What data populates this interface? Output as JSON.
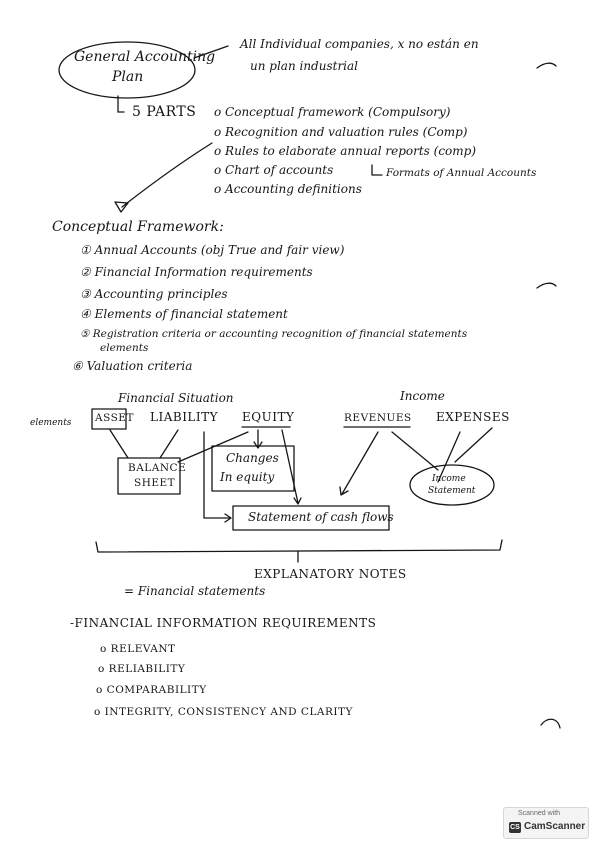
{
  "plan": {
    "title_line1": "General Accounting",
    "title_line2": "Plan",
    "note_line1": "All Individual companies, x no están en",
    "note_line2": "un plan industrial",
    "parts_label": "5 PARTS",
    "parts": [
      "Conceptual framework (Compulsory)",
      "Recognition and valuation rules (Comp)",
      "Rules to elaborate annual reports (comp)",
      "Chart of accounts",
      "Accounting definitions"
    ],
    "formats_note": "Formats of Annual Accounts"
  },
  "framework": {
    "heading": "Conceptual Framework:",
    "items": [
      "Annual Accounts (obj True and fair view)",
      "Financial Information requirements",
      "Accounting principles",
      "Elements of financial statement",
      "Registration criteria or accounting recognition of financial statements",
      "Valuation criteria"
    ],
    "markers": [
      "①",
      "②",
      "③",
      "④",
      "⑤",
      "⑥"
    ],
    "item5_cont": "elements"
  },
  "diagram": {
    "financial_situation": "Financial Situation",
    "income": "Income",
    "elements_label": "elements",
    "asset": "ASSET",
    "liability": "LIABILITY",
    "equity": "EQUITY",
    "revenues": "REVENUES",
    "expenses": "EXPENSES",
    "balance_line1": "BALANCE",
    "balance_line2": "SHEET",
    "changes_line1": "Changes",
    "changes_line2": "In equity",
    "cash_flows": "Statement of cash flows",
    "income_stmt_line1": "Income",
    "income_stmt_line2": "Statement",
    "explanatory": "EXPLANATORY NOTES",
    "fin_statements": "= Financial statements"
  },
  "requirements": {
    "heading": "-FINANCIAL INFORMATION REQUIREMENTS",
    "items": [
      "o RELEVANT",
      "o RELIABILITY",
      "o COMPARABILITY",
      "o INTEGRITY, CONSISTENCY AND CLARITY"
    ]
  },
  "scanner": {
    "small": "Scanned with",
    "logo": "CS",
    "name": "CamScanner"
  }
}
